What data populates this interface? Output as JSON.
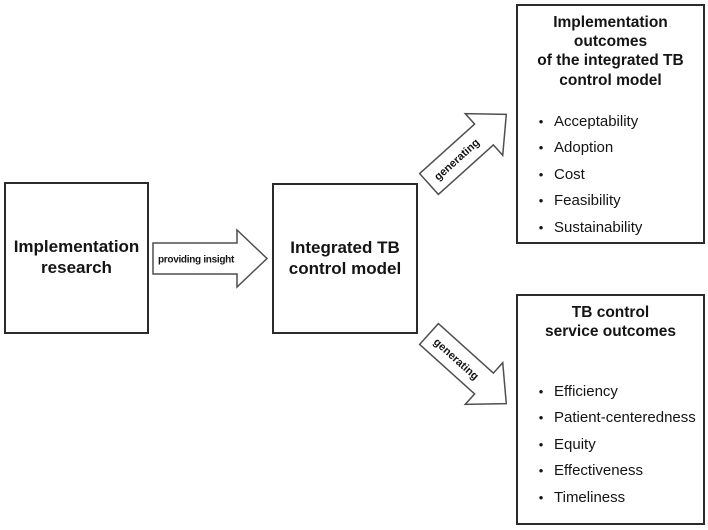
{
  "diagram": {
    "background_color": "#ffffff",
    "box_border_color": "#2b2b2b",
    "arrow_outline_color": "#4f4f4f",
    "text_color": "#141414",
    "bullet_char": "•"
  },
  "boxes": {
    "implementation_research": {
      "lines": [
        "Implementation",
        "research"
      ]
    },
    "integrated_model": {
      "lines": [
        "Integrated TB",
        "control model"
      ]
    },
    "implementation_outcomes": {
      "title_lines": [
        "Implementation",
        "outcomes",
        "of the integrated TB",
        "control model"
      ],
      "items": [
        "Acceptability",
        "Adoption",
        "Cost",
        "Feasibility",
        "Sustainability"
      ]
    },
    "service_outcomes": {
      "title_lines": [
        "TB control",
        "service outcomes"
      ],
      "items": [
        "Efficiency",
        "Patient-centeredness",
        "Equity",
        "Effectiveness",
        "Timeliness"
      ]
    }
  },
  "arrows": {
    "providing_insight": {
      "label": "providing insight"
    },
    "generating_top": {
      "label": "generating"
    },
    "generating_bottom": {
      "label": "generating"
    }
  }
}
